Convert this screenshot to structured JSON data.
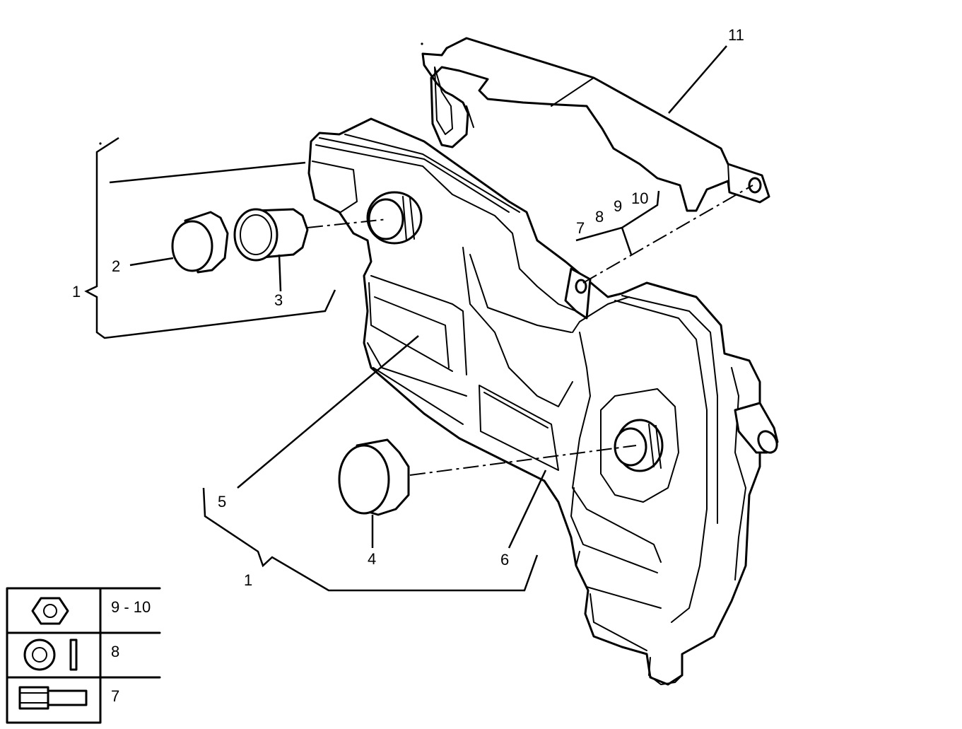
{
  "callouts": {
    "c1_upper": "1",
    "c1_lower": "1",
    "c2": "2",
    "c3": "3",
    "c4": "4",
    "c5": "5",
    "c6": "6",
    "c7": "7",
    "c8": "8",
    "c9": "9",
    "c10": "10",
    "c11": "11"
  },
  "legend": {
    "rows": [
      {
        "icon": "hex-nut-icon",
        "label": "9 - 10"
      },
      {
        "icon": "washer-icon",
        "label": "8"
      },
      {
        "icon": "bolt-icon",
        "label": "7"
      }
    ]
  }
}
